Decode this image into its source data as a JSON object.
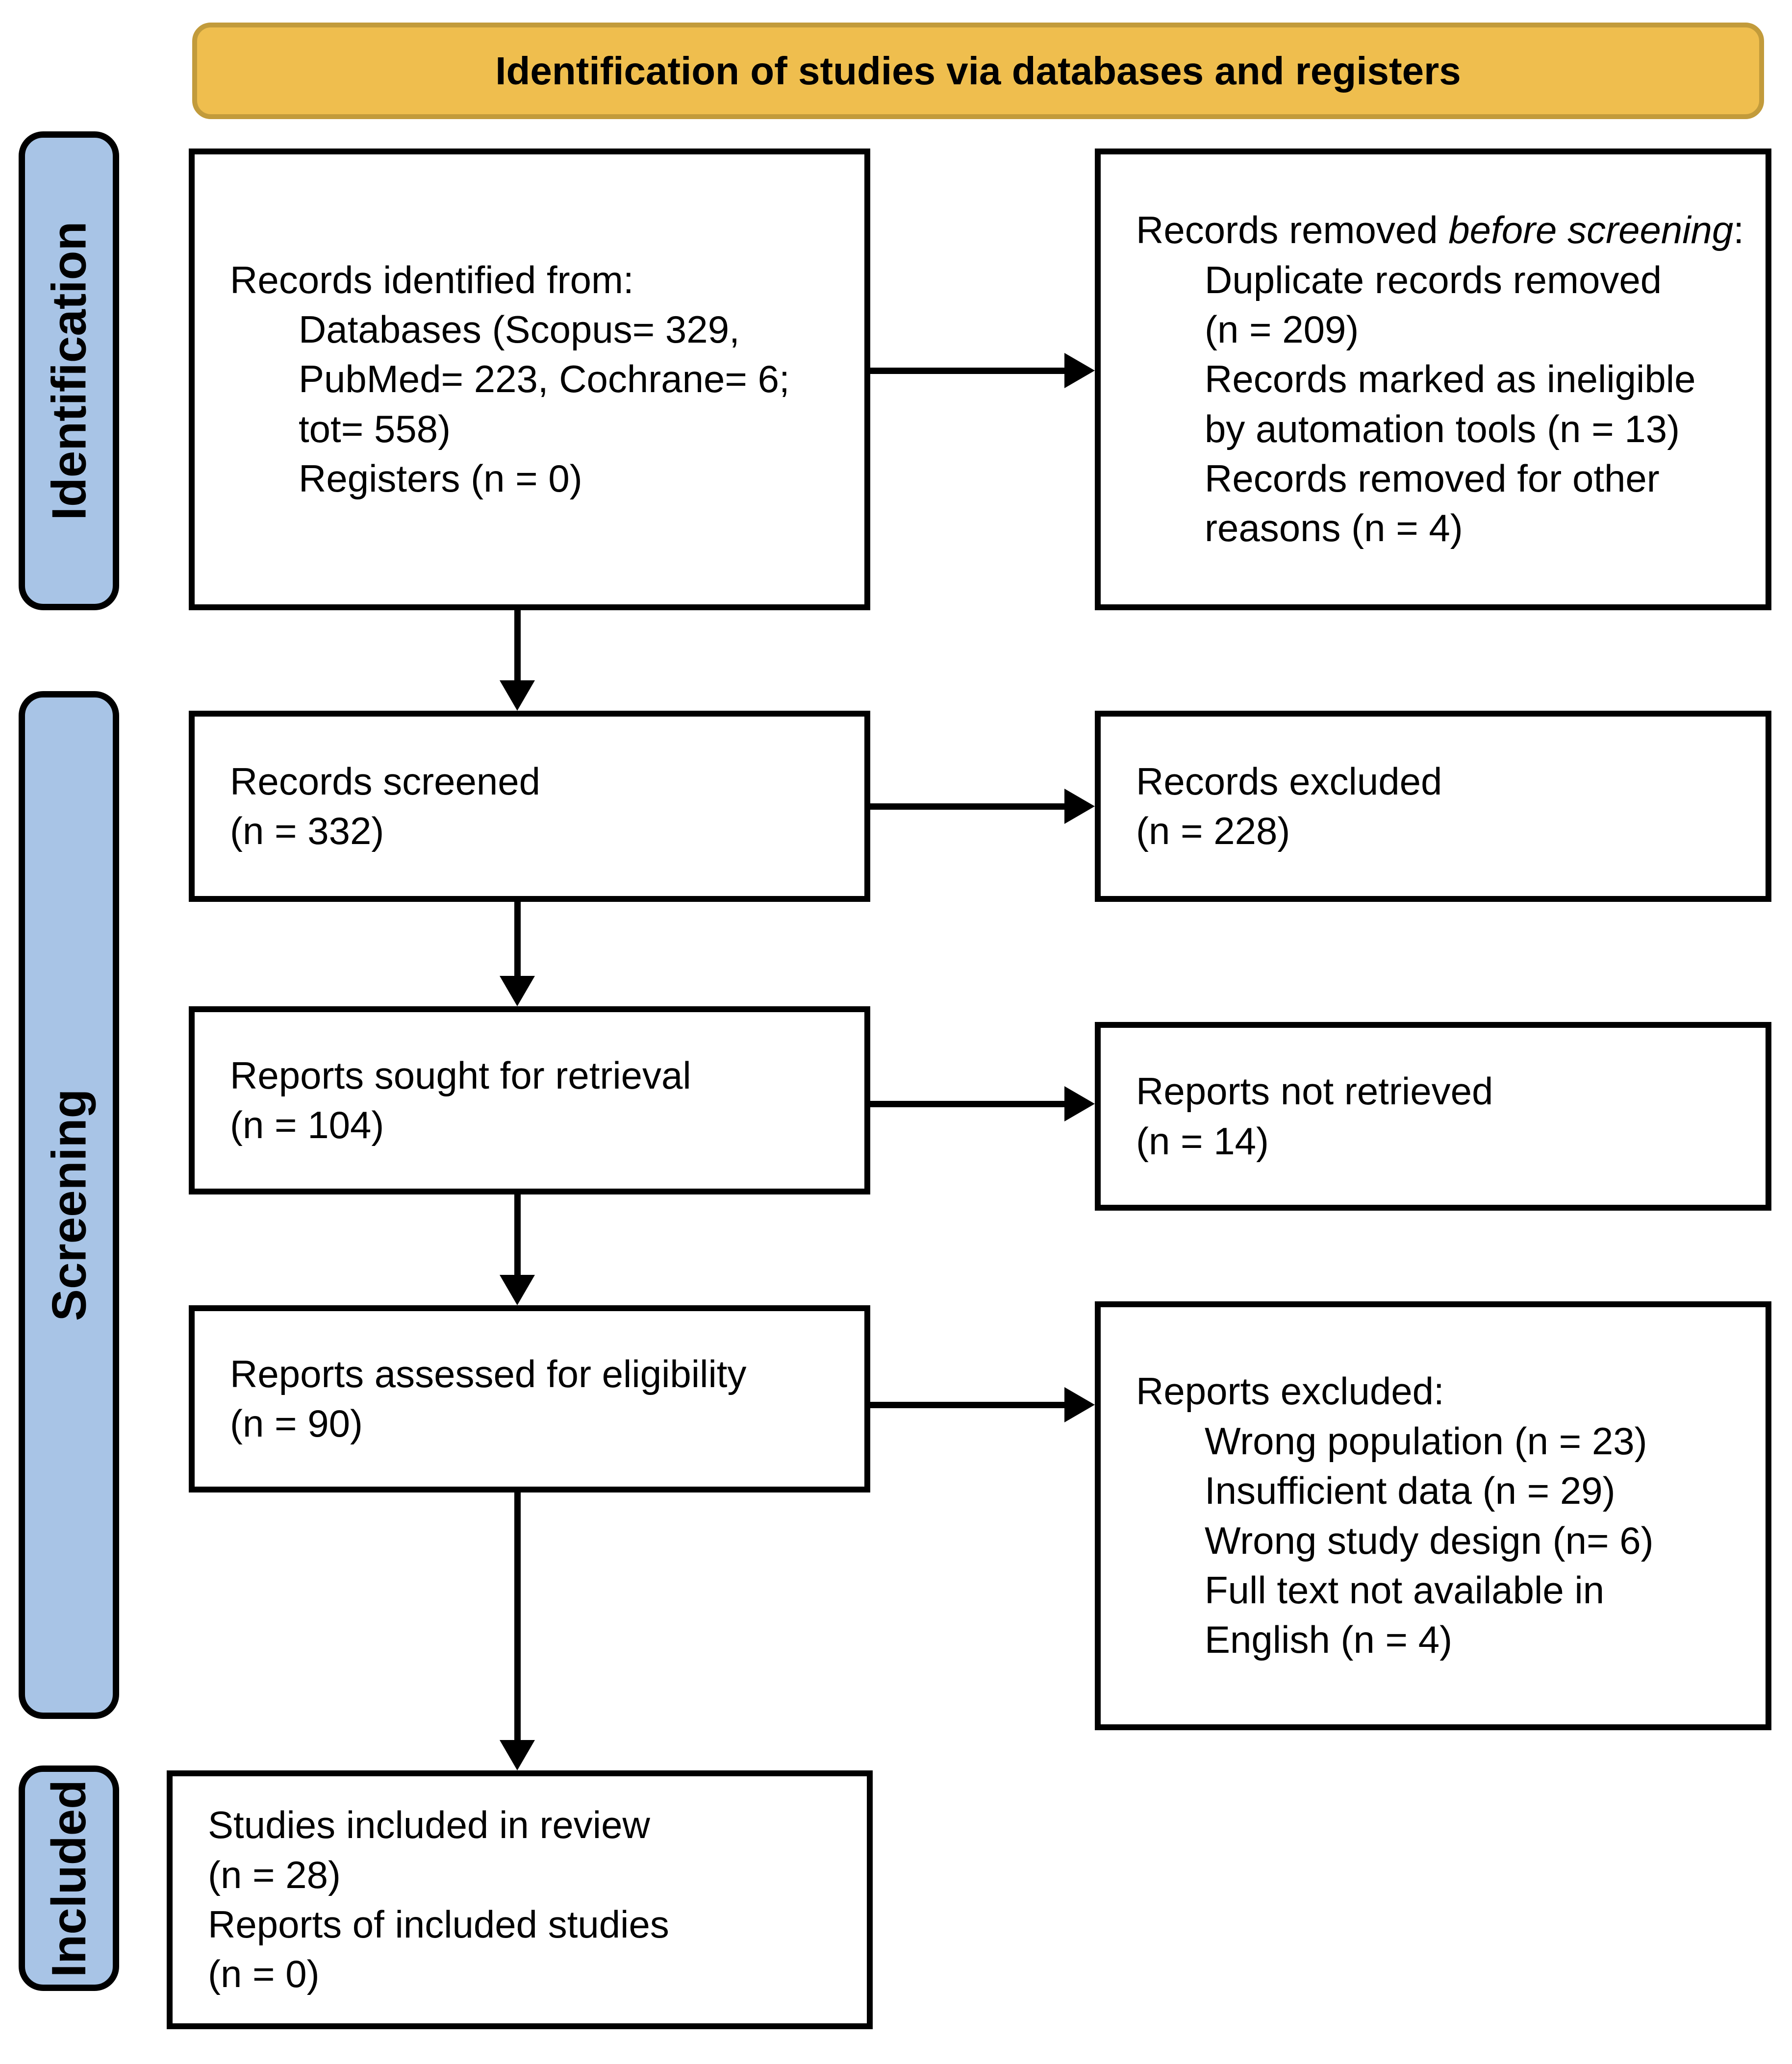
{
  "colors": {
    "banner_fill": "#EFBE4E",
    "banner_border": "#C29B3B",
    "rail_fill": "#A8C4E6",
    "line_color": "#000000",
    "background": "#FFFFFF"
  },
  "banner": {
    "title": "Identification of studies via databases and registers"
  },
  "rails": {
    "identification": "Identification",
    "screening": "Screening",
    "included": "Included"
  },
  "boxes": {
    "records_identified": {
      "heading": "Records identified from:",
      "items": [
        "Databases (Scopus= 329,",
        "PubMed= 223, Cochrane= 6;",
        "tot= 558)",
        "Registers (n = 0)"
      ]
    },
    "records_removed": {
      "heading_prefix": "Records removed ",
      "heading_italic": "before screening",
      "heading_suffix": ":",
      "items": [
        "Duplicate records removed",
        "(n = 209)",
        "Records marked as ineligible",
        "by automation tools (n = 13)",
        "Records removed for other",
        "reasons (n = 4)"
      ]
    },
    "records_screened": {
      "label": "Records screened",
      "count": "(n = 332)"
    },
    "records_excluded": {
      "label": "Records excluded",
      "count": "(n = 228)"
    },
    "reports_sought": {
      "label": "Reports sought for retrieval",
      "count": "(n = 104)"
    },
    "reports_not_retrieved": {
      "label": "Reports not retrieved",
      "count": "(n = 14)"
    },
    "reports_assessed": {
      "label": "Reports assessed for eligibility",
      "count": "(n = 90)"
    },
    "reports_excluded": {
      "heading": "Reports excluded:",
      "items": [
        "Wrong population (n = 23)",
        "Insufficient data (n = 29)",
        "Wrong study design (n= 6)",
        "Full text not available in",
        "English (n = 4)"
      ]
    },
    "studies_included": {
      "lines": [
        "Studies included in review",
        "(n = 28)",
        "Reports of included studies",
        "(n = 0)"
      ]
    }
  }
}
